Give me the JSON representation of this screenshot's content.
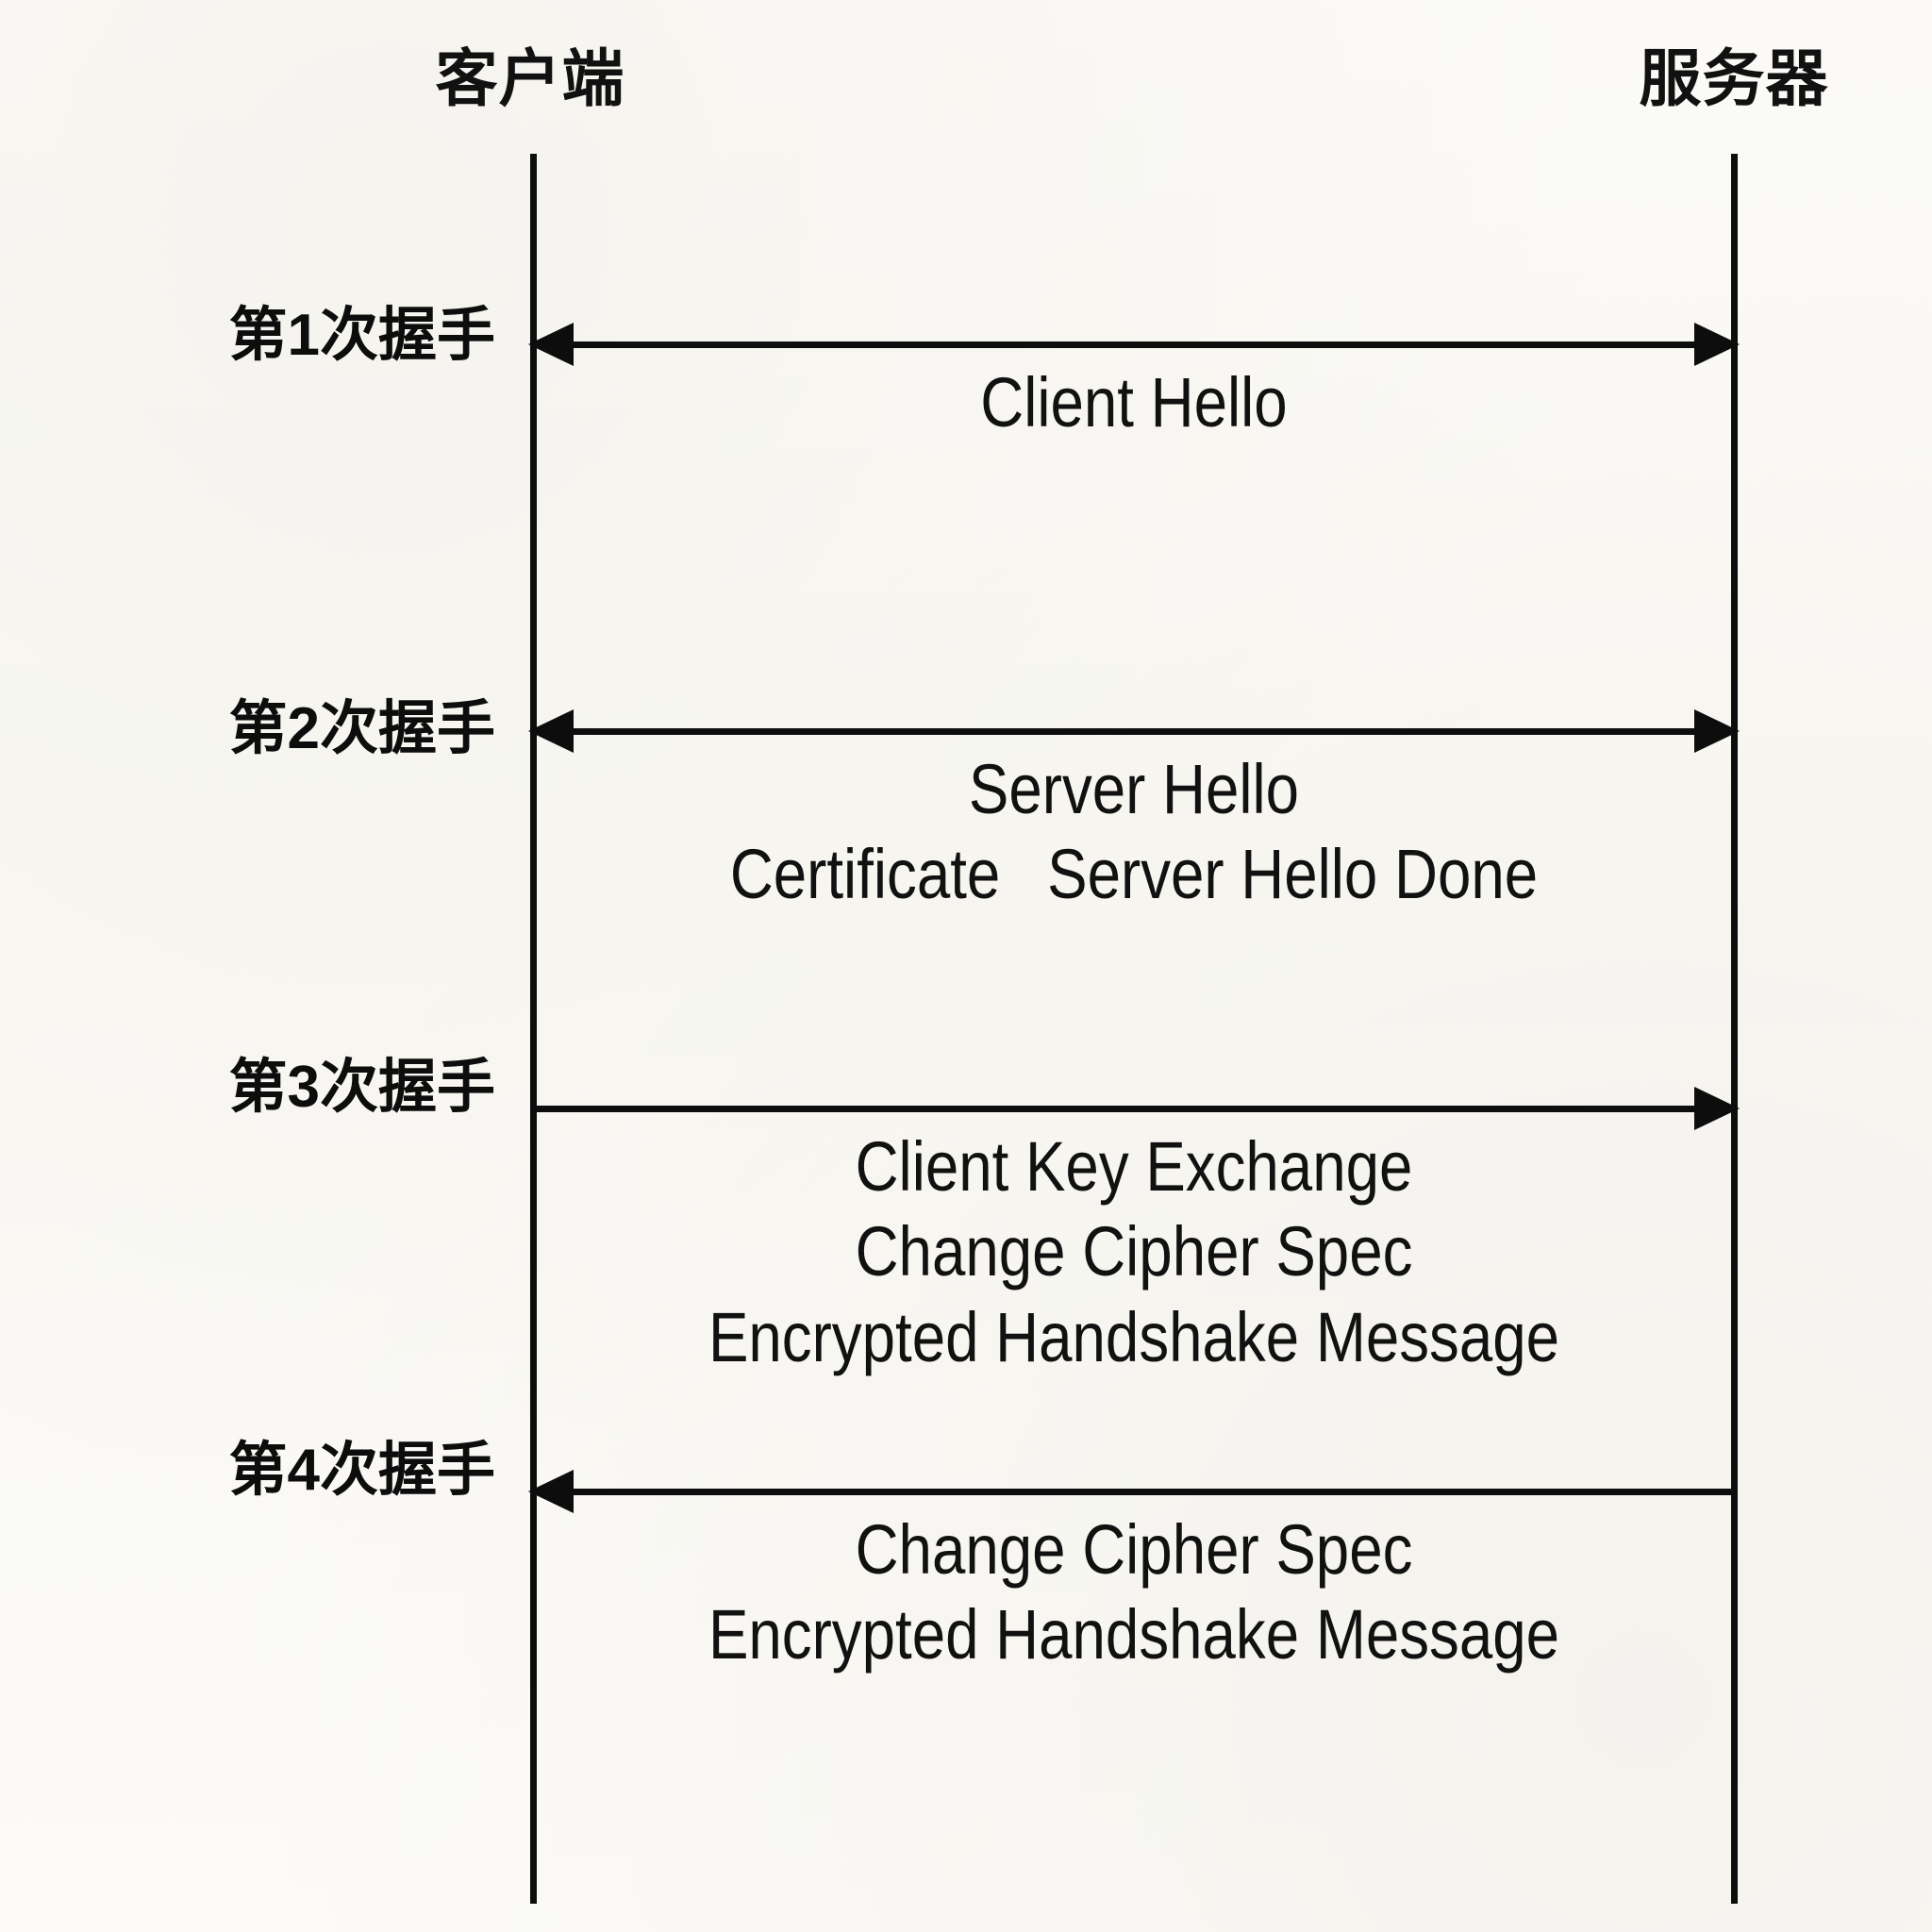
{
  "diagram": {
    "title_type": "TLS handshake sequence diagram",
    "background_color": "#faf9f5",
    "line_color": "#0d0d0d"
  },
  "actors": {
    "client": {
      "label": "客户端"
    },
    "server": {
      "label": "服务器"
    }
  },
  "steps": [
    {
      "id": "handshake-1",
      "step_label": "第1次握手",
      "direction": "both",
      "messages": [
        "Client Hello"
      ]
    },
    {
      "id": "handshake-2",
      "step_label": "第2次握手",
      "direction": "both",
      "messages": [
        "Server Hello",
        "Certificate",
        "Server Hello Done"
      ]
    },
    {
      "id": "handshake-3",
      "step_label": "第3次握手",
      "direction": "right",
      "messages": [
        "Client Key Exchange",
        "Change Cipher Spec",
        "Encrypted Handshake Message"
      ]
    },
    {
      "id": "handshake-4",
      "step_label": "第4次握手",
      "direction": "left",
      "messages": [
        "Change Cipher Spec",
        "Encrypted Handshake Message"
      ]
    }
  ]
}
